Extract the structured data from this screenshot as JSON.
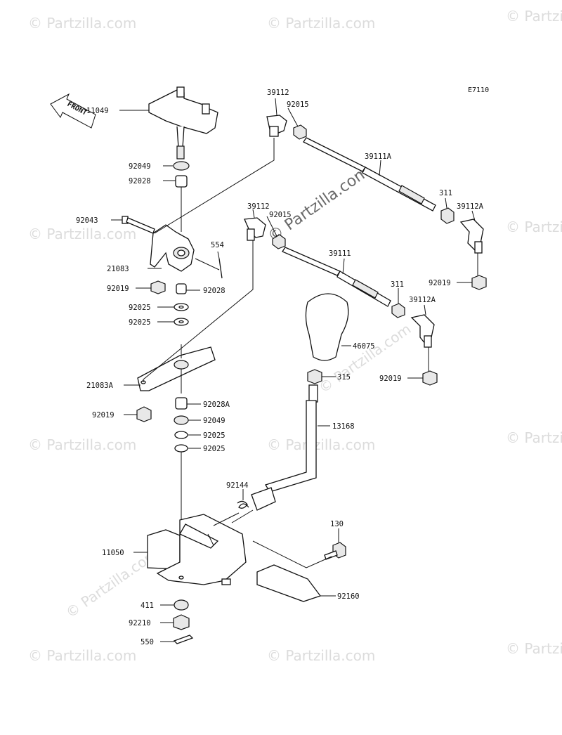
{
  "diagram_code": "E7110",
  "front_label": "FRONT",
  "watermark": {
    "small_text": "© Partzilla.com",
    "center_text": "© Partzilla.com"
  },
  "parts": [
    {
      "id": "p11049",
      "number": "11049"
    },
    {
      "id": "p92049a",
      "number": "92049"
    },
    {
      "id": "p92028a",
      "number": "92028"
    },
    {
      "id": "p92043",
      "number": "92043"
    },
    {
      "id": "p554",
      "number": "554"
    },
    {
      "id": "p21083",
      "number": "21083"
    },
    {
      "id": "p92019a",
      "number": "92019"
    },
    {
      "id": "p92028b",
      "number": "92028"
    },
    {
      "id": "p92025a",
      "number": "92025"
    },
    {
      "id": "p92025b",
      "number": "92025"
    },
    {
      "id": "p21083A",
      "number": "21083A"
    },
    {
      "id": "p92019b",
      "number": "92019"
    },
    {
      "id": "p92028A",
      "number": "92028A"
    },
    {
      "id": "p92049b",
      "number": "92049"
    },
    {
      "id": "p92025c",
      "number": "92025"
    },
    {
      "id": "p92025d",
      "number": "92025"
    },
    {
      "id": "p11050",
      "number": "11050"
    },
    {
      "id": "p411",
      "number": "411"
    },
    {
      "id": "p92210",
      "number": "92210"
    },
    {
      "id": "p550",
      "number": "550"
    },
    {
      "id": "p39112a",
      "number": "39112"
    },
    {
      "id": "p92015a",
      "number": "92015"
    },
    {
      "id": "p39111A",
      "number": "39111A"
    },
    {
      "id": "p311a",
      "number": "311"
    },
    {
      "id": "p39112Aa",
      "number": "39112A"
    },
    {
      "id": "p92019c",
      "number": "92019"
    },
    {
      "id": "p39112b",
      "number": "39112"
    },
    {
      "id": "p92015b",
      "number": "92015"
    },
    {
      "id": "p39111",
      "number": "39111"
    },
    {
      "id": "p311b",
      "number": "311"
    },
    {
      "id": "p39112Ab",
      "number": "39112A"
    },
    {
      "id": "p46075",
      "number": "46075"
    },
    {
      "id": "p315",
      "number": "315"
    },
    {
      "id": "p92019d",
      "number": "92019"
    },
    {
      "id": "p13168",
      "number": "13168"
    },
    {
      "id": "p92144",
      "number": "92144"
    },
    {
      "id": "p130",
      "number": "130"
    },
    {
      "id": "p92160",
      "number": "92160"
    }
  ]
}
